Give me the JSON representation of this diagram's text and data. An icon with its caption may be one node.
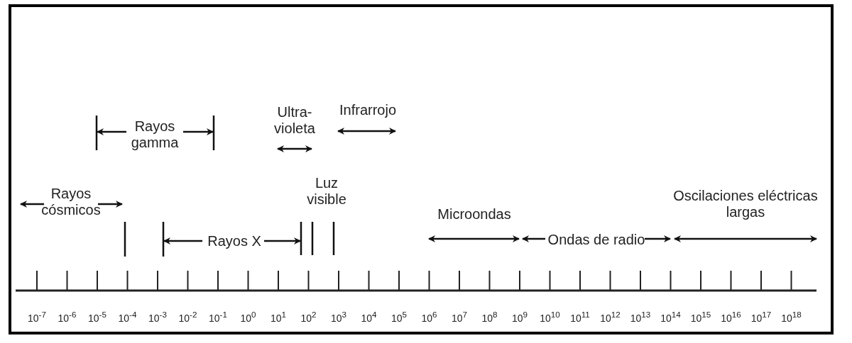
{
  "diagram": {
    "labels": [
      "Ultra- violeta",
      "Infrarrojo",
      "Rayos gamma",
      "Luz visible",
      "Rayos cósmicos",
      "Oscilaciones eléctricas largas",
      "Microondas",
      "Rayos X",
      "Ondas de radio",
      "10$^{-7}$",
      "10$^{-6}$",
      "10$^{-5}$",
      "10$^{-4}$",
      "10$^{-3}$",
      "10$^{-2}$",
      "10$^{-1}$",
      "10$^{0}$",
      "10$^{1}$",
      "10$^{2}$",
      "10$^{3}$",
      "10$^{4}$",
      "10$^{5}$",
      "10$^{6}$",
      "10$^{7}$",
      "10$^{8}$",
      "10$^{9}$",
      "10$^{10}$",
      "10$^{11}$",
      "10$^{12}$",
      "10$^{13}$",
      "10$^{14}$",
      "10$^{15}$",
      "10$^{16}$",
      "10$^{17}$",
      "10$^{18}$"
    ]
  }
}
